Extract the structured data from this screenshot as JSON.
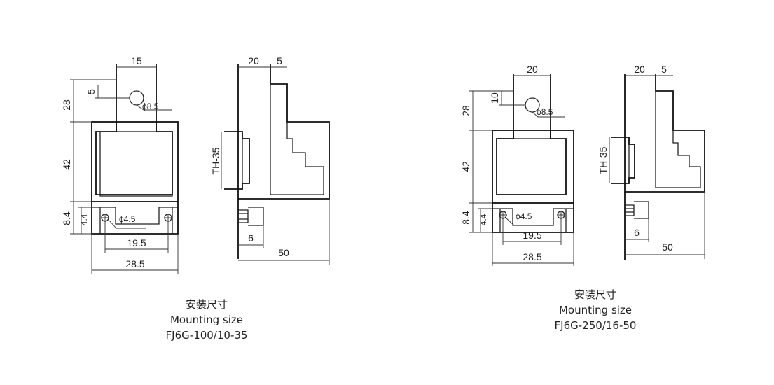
{
  "left": {
    "dims": {
      "top_width": "15",
      "total_height_top": "28",
      "small_offset": "5",
      "hole_top": "ϕ8.5",
      "body_height": "42",
      "bottom_height": "8.4",
      "bottom_sub": "4.4",
      "hole_bottom": "ϕ4.5",
      "hole_spacing": "19.5",
      "total_width": "28.5",
      "side_w1": "20",
      "side_w2": "5",
      "rail": "TH-35",
      "side_small": "6",
      "side_total": "50"
    },
    "caption": {
      "cn": "安装尺寸",
      "en": "Mounting size",
      "model": "FJ6G-100/10-35"
    }
  },
  "right": {
    "dims": {
      "top_width": "20",
      "total_height_top": "28",
      "small_offset": "10",
      "hole_top": "ϕ8.5",
      "body_height": "42",
      "bottom_height": "8.4",
      "bottom_sub": "4.4",
      "hole_bottom": "ϕ4.5",
      "hole_spacing": "19.5",
      "total_width": "28.5",
      "side_w1": "20",
      "side_w2": "5",
      "rail": "TH-35",
      "side_small": "6",
      "side_total": "50"
    },
    "caption": {
      "cn": "安装尺寸",
      "en": "Mounting size",
      "model": "FJ6G-250/16-50"
    }
  }
}
